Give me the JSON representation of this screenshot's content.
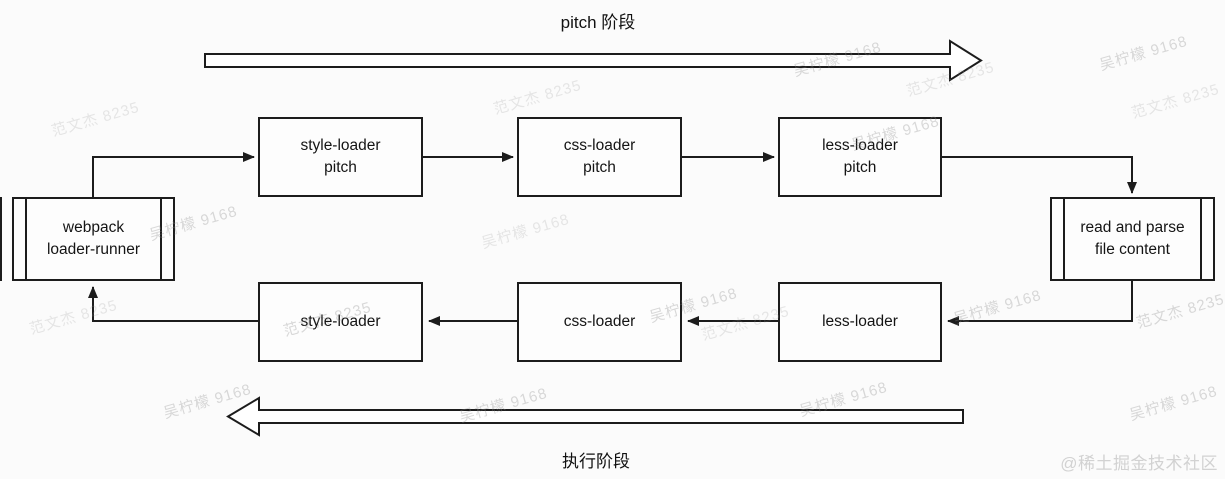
{
  "diagram": {
    "phases": {
      "top": "pitch 阶段",
      "bottom": "执行阶段"
    },
    "nodes": {
      "runner": "webpack\nloader-runner",
      "style_pitch": "style-loader\npitch",
      "css_pitch": "css-loader\npitch",
      "less_pitch": "less-loader\npitch",
      "reader": "read and parse\nfile content",
      "style": "style-loader",
      "css": "css-loader",
      "less": "less-loader"
    },
    "colors": {
      "line": "#1c1c1c",
      "background": "#fbfbfb",
      "watermark": "#e7e7e7",
      "credit_text": "#d2d2d2"
    }
  },
  "watermarks": {
    "text_a": "范文杰 8235",
    "text_b": "吴柠檬 9168",
    "credit": "@稀土掘金技术社区"
  }
}
